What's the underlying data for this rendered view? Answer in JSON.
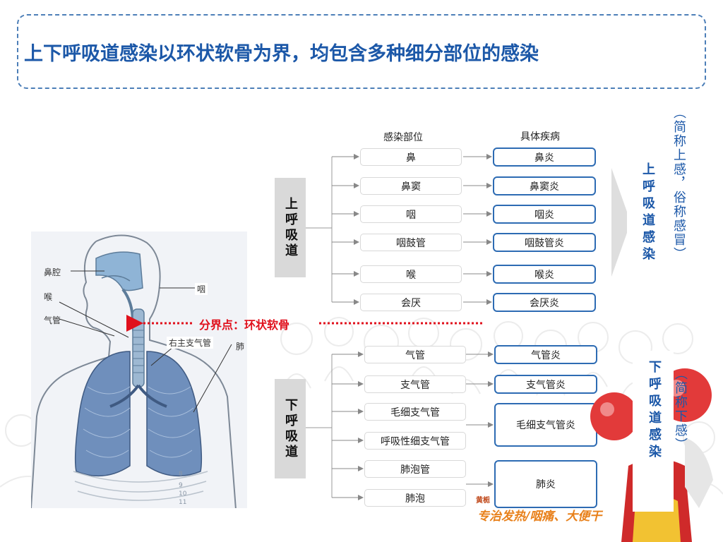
{
  "title": "上下呼吸道感染以环状软骨为界，均包含多种细分部位的感染",
  "anatomy_labels": {
    "nasal_cavity": "鼻腔",
    "larynx": "喉",
    "trachea": "气管",
    "pharynx": "咽",
    "right_main_bronchus": "右主支气管",
    "lung": "肺",
    "ribs": [
      "8",
      "9",
      "10",
      "11"
    ]
  },
  "boundary": {
    "label": "分界点：环状软骨",
    "color": "#e0101c"
  },
  "columns": {
    "site_header": "感染部位",
    "disease_header": "具体疾病"
  },
  "upper": {
    "block_label": "上呼吸道",
    "sites": [
      "鼻",
      "鼻窦",
      "咽",
      "咽鼓管",
      "喉",
      "会厌"
    ],
    "diseases": [
      "鼻炎",
      "鼻窦炎",
      "咽炎",
      "咽鼓管炎",
      "喉炎",
      "会厌炎"
    ],
    "summary_label": "上呼吸道感染",
    "note": "（简称上感，俗称感冒）"
  },
  "lower": {
    "block_label": "下呼吸道",
    "sites": [
      "气管",
      "支气管",
      "毛细支气管",
      "呼吸性细支气管",
      "肺泡管",
      "肺泡"
    ],
    "diseases": [
      "气管炎",
      "支气管炎",
      "毛细支气管炎",
      "肺炎"
    ],
    "summary_label": "下呼吸道感染",
    "note": "（简称下感）"
  },
  "brand": {
    "name": "黄栀",
    "slogan": "专治发热/咽痛、大便干"
  },
  "colors": {
    "accent_blue": "#1c58a8",
    "disease_border": "#2d6bb3",
    "boundary_red": "#e0101c",
    "block_gray": "#d9d9d9"
  }
}
